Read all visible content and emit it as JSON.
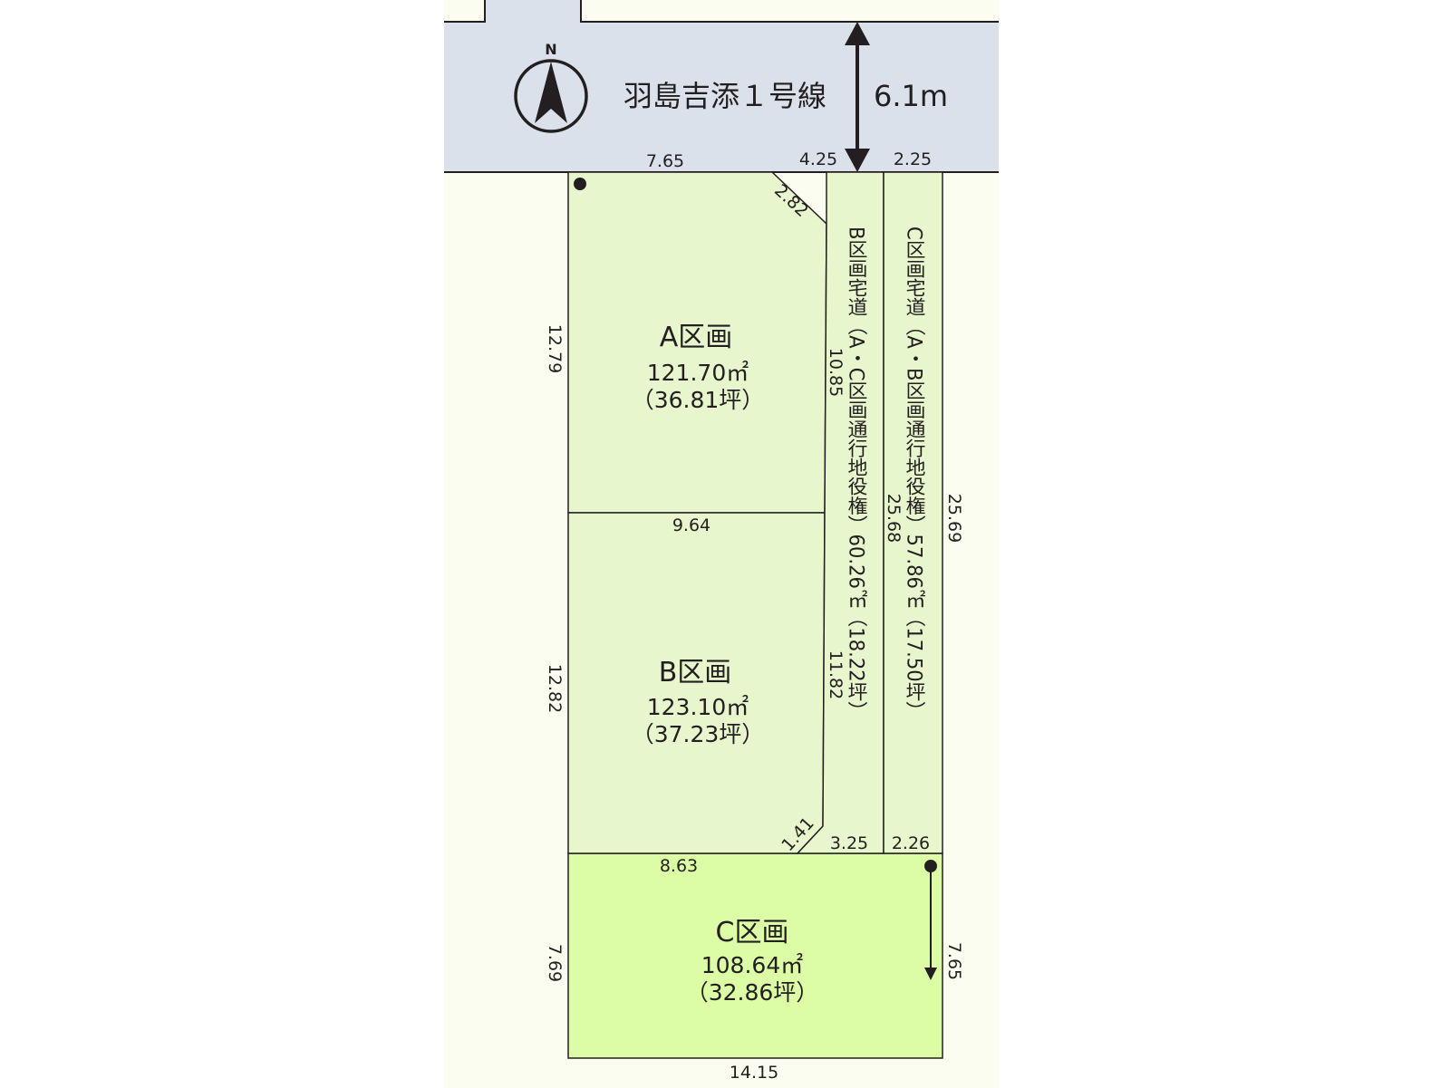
{
  "road": {
    "name": "羽島吉添１号線",
    "width": "6.1m"
  },
  "compass": {
    "north_label": "N"
  },
  "lots": {
    "a": {
      "name": "A区画",
      "area": "121.70㎡",
      "tsubo": "（36.81坪）"
    },
    "b": {
      "name": "B区画",
      "area": "123.10㎡",
      "tsubo": "（37.23坪）"
    },
    "c": {
      "name": "C区画",
      "area": "108.64㎡",
      "tsubo": "（32.86坪）"
    }
  },
  "private_roads": {
    "b": "B区画宅道（A・C区画通行地役権）60.26㎡（18.22坪）",
    "c": "C区画宅道（A・B区画通行地役権）57.86㎡（17.50坪）"
  },
  "dimensions": {
    "top_a": "7.65",
    "top_b_road": "4.25",
    "top_c_road": "2.25",
    "diag_top": "2.82",
    "left_a": "12.79",
    "a_b_border": "9.64",
    "left_b": "12.82",
    "road_b_upper": "10.85",
    "road_b_lower": "11.82",
    "road_b_right": "25.68",
    "right_outer": "25.69",
    "diag_bottom": "1.41",
    "bottom_b_road": "3.25",
    "bottom_c_road": "2.26",
    "c_top": "8.63",
    "left_c": "7.69",
    "right_c": "7.65",
    "bottom": "14.15"
  },
  "colors": {
    "road": "#dae1ea",
    "background_land": "#fbfdf0",
    "lot_ab": "#e7f6cd",
    "lot_c": "#dcfca5",
    "line": "#231f20"
  }
}
